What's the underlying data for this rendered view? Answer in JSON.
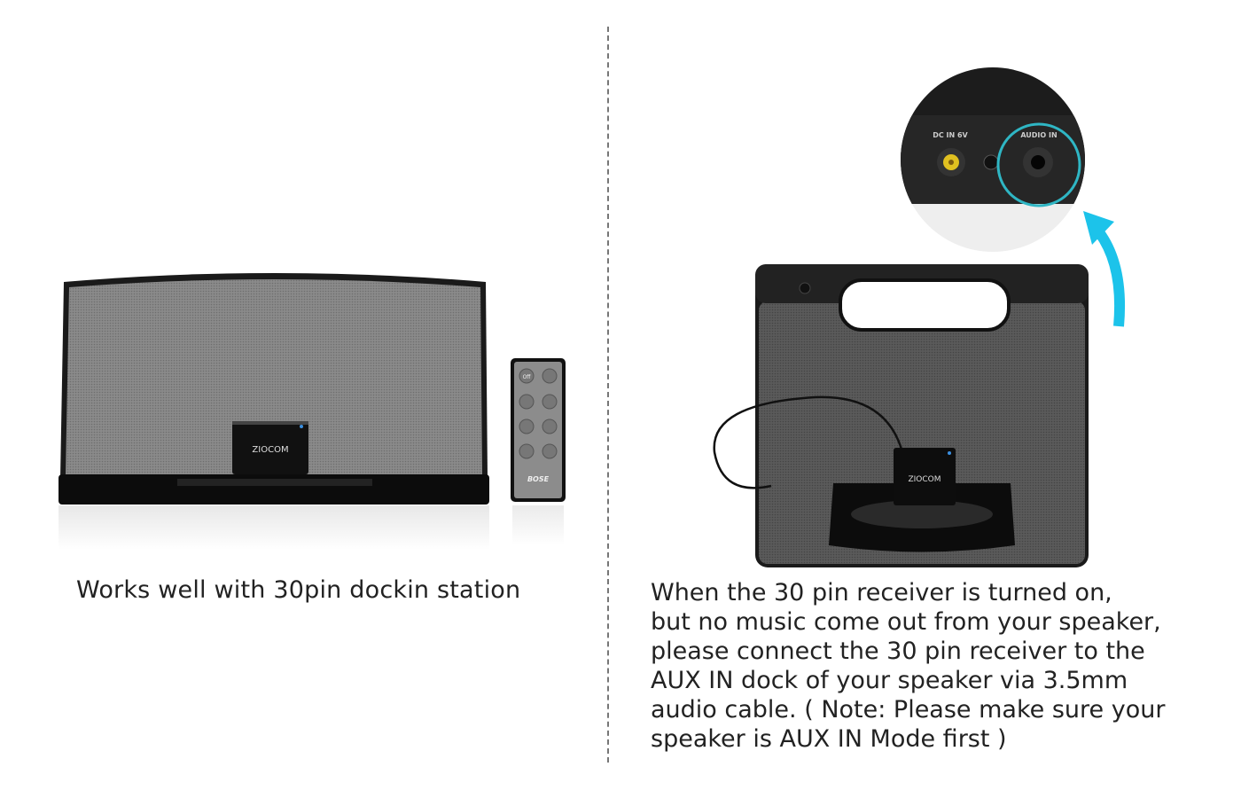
{
  "left_panel": {
    "caption": "Works well with 30pin dockin station",
    "receiver_brand": "ZIOCOM",
    "remote_brand": "BOSE",
    "remote_off_label": "Off"
  },
  "right_panel": {
    "caption_lines": [
      "When the 30 pin receiver is turned on,",
      "but no music come out from your speaker,",
      "please connect the 30 pin receiver to the",
      "AUX IN dock of your speaker via 3.5mm",
      "audio cable. ( Note: Please make sure your",
      "speaker is AUX IN Mode first )"
    ],
    "receiver_brand": "ZIOCOM",
    "inset_labels": {
      "dc_in": "DC IN 6V",
      "audio_in": "AUDIO IN"
    }
  },
  "colors": {
    "highlight": "#2fb6c4",
    "arrow": "#1cc3ea"
  }
}
